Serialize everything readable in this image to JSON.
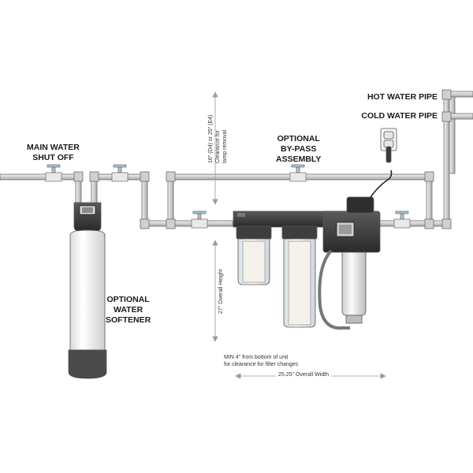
{
  "labels": {
    "main_shutoff": [
      "MAIN WATER",
      "SHUT OFF"
    ],
    "bypass": [
      "OPTIONAL",
      "BY-PASS",
      "ASSEMBLY"
    ],
    "softener": [
      "OPTIONAL",
      "WATER",
      "SOFTENER"
    ],
    "hot_pipe": "HOT WATER PIPE",
    "cold_pipe": "COLD WATER PIPE"
  },
  "dimensions": {
    "clearance_lamp": [
      "16\" (D4) or 25\" (E4)",
      "Clearance for",
      "lamp removal"
    ],
    "overall_height": "27\" Overall Height",
    "filter_clearance": [
      "MIN 4\" from bottom of unit",
      "for clearance for filter changes"
    ],
    "overall_width": "25.25\" Overall Width"
  },
  "colors": {
    "pipe_fill": "#d9d9d9",
    "pipe_stroke": "#6b6b6b",
    "dark_unit": "#3a3a3a",
    "housing_clear": "#eef2f5",
    "cartridge": "#f4f1ea",
    "tank": "#ffffff",
    "tank_base": "#4a4a4a",
    "valve_blue": "#9ec5dc"
  }
}
